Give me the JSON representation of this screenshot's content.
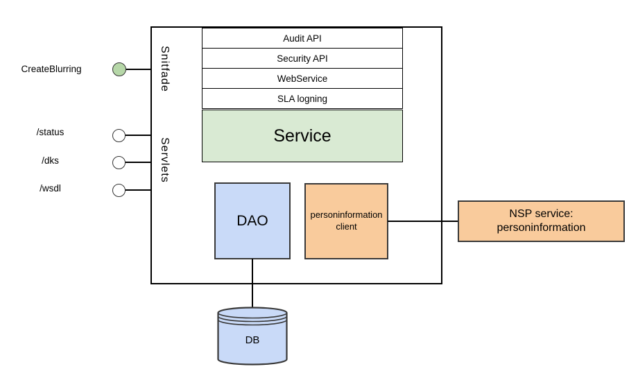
{
  "endpoints": [
    {
      "label": "CreateBlurring",
      "kind": "filled-green"
    },
    {
      "label": "/status",
      "kind": "empty"
    },
    {
      "label": "/dks",
      "kind": "empty"
    },
    {
      "label": "/wsdl",
      "kind": "empty"
    }
  ],
  "lanes": {
    "top_label": "Snitfade",
    "bottom_label": "Servlets"
  },
  "api_layers": [
    "Audit API",
    "Security API",
    "WebService",
    "SLA logning"
  ],
  "service": {
    "label": "Service",
    "fill": "#d9ead3"
  },
  "dao": {
    "label": "DAO",
    "fill": "#c9daf8"
  },
  "client": {
    "lines": [
      "personinformation",
      "client"
    ],
    "fill": "#f9cb9c"
  },
  "nsp": {
    "lines": [
      "NSP service:",
      "personinformation"
    ],
    "fill": "#f9cb9c"
  },
  "db": {
    "label": "DB",
    "fill": "#c9daf8"
  },
  "colors": {
    "endpoint_green": "#b6d7a8",
    "box_border": "#383838",
    "line": "#000000",
    "service_green": "#d9ead3",
    "blue": "#c9daf8",
    "orange": "#f9cb9c"
  }
}
